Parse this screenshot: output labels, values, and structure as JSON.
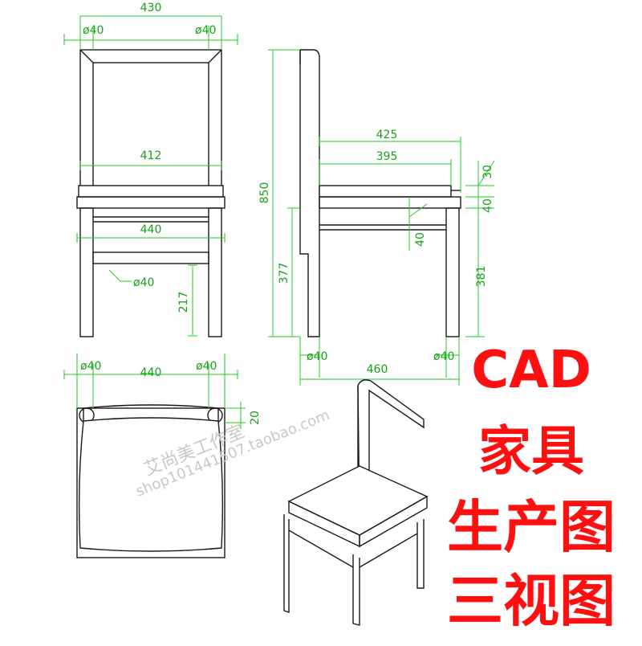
{
  "headline": {
    "line1": "CAD",
    "line2": "家具",
    "line3": "生产图",
    "line4": "三视图",
    "color": "#ff1010"
  },
  "watermark": {
    "shop_text": "艾尚美工作室",
    "url_text": "shop101441507.taobao.com"
  },
  "front_view": {
    "overall_width": "430",
    "top_left_dia": "ø40",
    "top_right_dia": "ø40",
    "back_inner_width": "412",
    "rail_width": "440",
    "leg_dia": "ø40",
    "stretcher_height": "217"
  },
  "side_view": {
    "total_height": "850",
    "seat_height": "377",
    "seat_depth_outer": "425",
    "seat_depth_inner": "395",
    "cushion_thickness": "30",
    "apron_depth_a": "40",
    "apron_depth_b": "40",
    "rear_height": "381",
    "leg_dia_left": "ø40",
    "leg_dia_right": "ø40",
    "base_depth": "460"
  },
  "top_view": {
    "left_dia": "ø40",
    "width": "440",
    "right_dia": "ø40",
    "offset": "20"
  },
  "colors": {
    "dimension": "#22cc22",
    "outline": "#1a1a1a",
    "headline": "#ff1010"
  }
}
